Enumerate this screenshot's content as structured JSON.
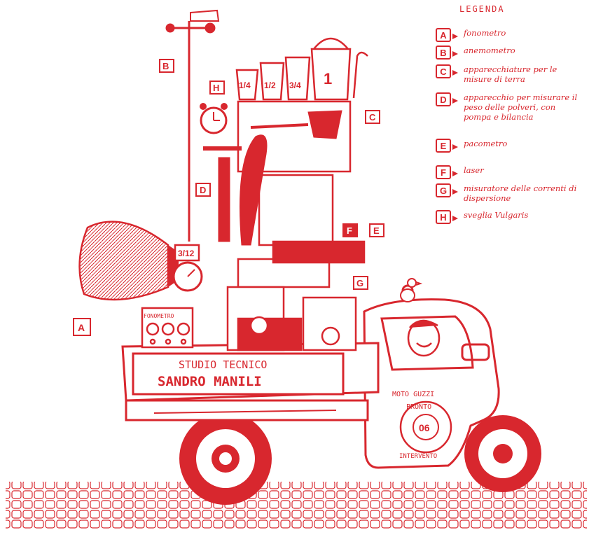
{
  "legend": {
    "title": "LEGENDA",
    "items": [
      {
        "key": "A",
        "text": "fonometro"
      },
      {
        "key": "B",
        "text": "anemometro"
      },
      {
        "key": "C",
        "text": "apparecchiature per le misure di terra"
      },
      {
        "key": "D",
        "text": "apparecchio per misurare il peso delle polveri, con pompa e bilancia"
      },
      {
        "key": "E",
        "text": "pacometro"
      },
      {
        "key": "F",
        "text": "laser"
      },
      {
        "key": "G",
        "text": "misuratore delle correnti di dispersione"
      },
      {
        "key": "H",
        "text": "sveglia Vulgaris"
      }
    ]
  },
  "truck": {
    "sign_line1": "STUDIO TECNICO",
    "sign_line2": "SANDRO MANILI",
    "brand": "MOTO GUZZI",
    "emblem_top": "PRONTO",
    "emblem_bottom": "INTERVENTO",
    "device_label": "FONOMETRO",
    "fraction_label": "3/12"
  },
  "labels": {
    "a": "A",
    "b": "B",
    "c": "C",
    "d": "D",
    "e": "E",
    "f": "F",
    "g": "G",
    "h": "H"
  },
  "buckets": [
    "1/4",
    "1/2",
    "3/4",
    "1"
  ],
  "colors": {
    "ink": "#d8272e",
    "paper": "#ffffff"
  }
}
